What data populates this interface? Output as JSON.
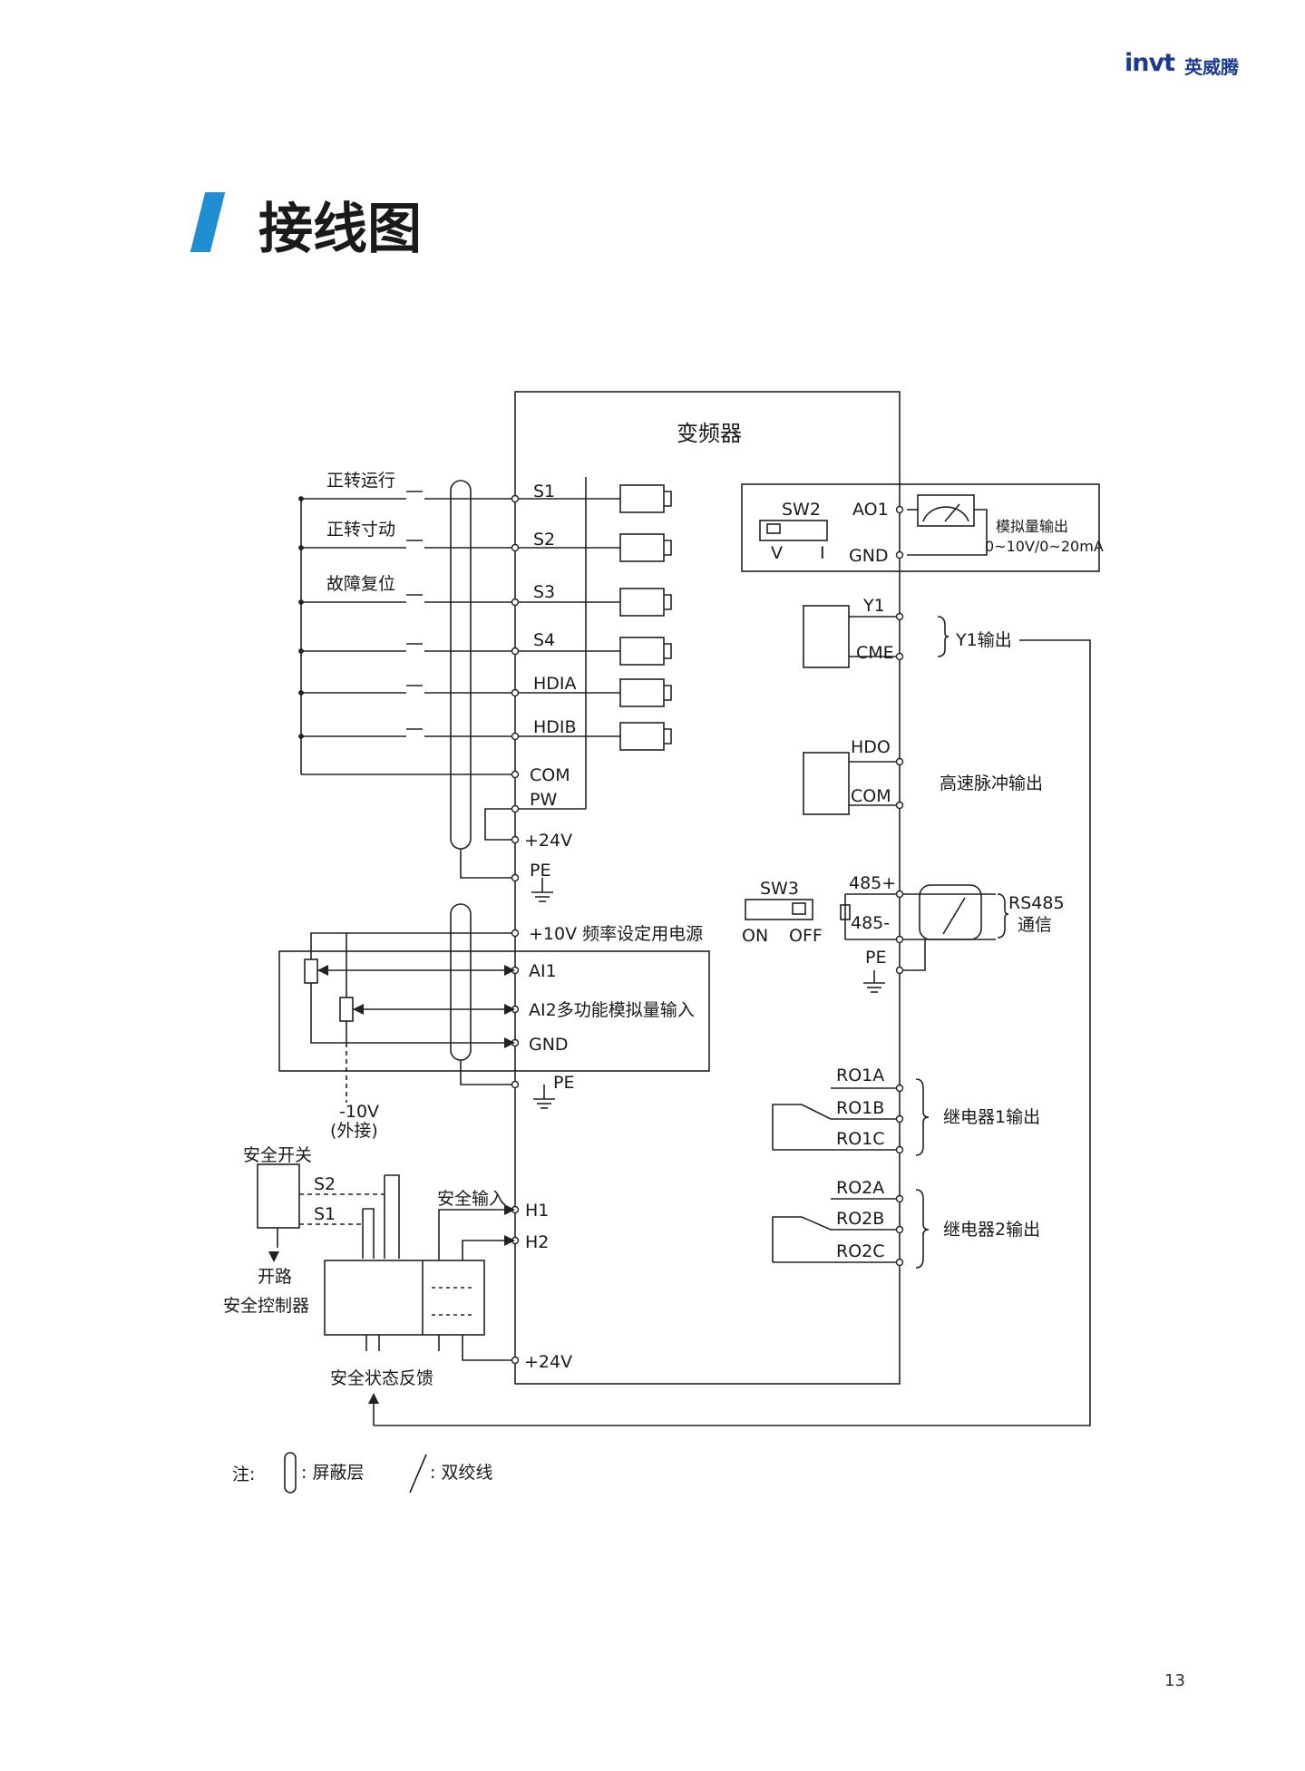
{
  "header": {
    "logo_mark": "invt",
    "logo_text": "英威腾",
    "accent_color": "#1f8fd1",
    "brand_color": "#1d3a8f"
  },
  "page_title": "接线图",
  "page_number": "13",
  "diagram": {
    "inverter_label": "变频器",
    "digital_inputs": [
      {
        "func": "正转运行",
        "terminal": "S1"
      },
      {
        "func": "正转寸动",
        "terminal": "S2"
      },
      {
        "func": "故障复位",
        "terminal": "S3"
      },
      {
        "func": "",
        "terminal": "S4"
      },
      {
        "func": "",
        "terminal": "HDIA"
      },
      {
        "func": "",
        "terminal": "HDIB"
      }
    ],
    "power_terms": {
      "com": "COM",
      "pw": "PW",
      "p24": "+24V",
      "pe": "PE"
    },
    "analog": {
      "p10v": "+10V 频率设定用电源",
      "ai1": "AI1",
      "ai2": "AI2多功能模拟量输入",
      "gnd": "GND",
      "pe": "PE",
      "neg10v": "-10V",
      "external": "(外接)"
    },
    "safety": {
      "switch_label": "安全开关",
      "s2": "S2",
      "s1": "S1",
      "input_label": "安全输入",
      "h1": "H1",
      "h2": "H2",
      "open_circuit": "开路",
      "controller": "安全控制器",
      "p24": "+24V",
      "feedback": "安全状态反馈"
    },
    "ao": {
      "sw2": "SW2",
      "v": "V",
      "i": "I",
      "ao1": "AO1",
      "gnd": "GND",
      "out_label": "模拟量输出",
      "out_range": "0~10V/0~20mA"
    },
    "y1": {
      "y1": "Y1",
      "cme": "CME",
      "out_label": "Y1输出"
    },
    "hdo": {
      "hdo": "HDO",
      "com": "COM",
      "out_label": "高速脉冲输出"
    },
    "rs485": {
      "sw3": "SW3",
      "on": "ON",
      "off": "OFF",
      "p": "485+",
      "n": "485-",
      "pe": "PE",
      "label1": "RS485",
      "label2": "通信"
    },
    "relay1": {
      "a": "RO1A",
      "b": "RO1B",
      "c": "RO1C",
      "label": "继电器1输出"
    },
    "relay2": {
      "a": "RO2A",
      "b": "RO2B",
      "c": "RO2C",
      "label": "继电器2输出"
    },
    "note": {
      "prefix": "注:",
      "shield": ": 屏蔽层",
      "twisted": ": 双绞线"
    }
  }
}
